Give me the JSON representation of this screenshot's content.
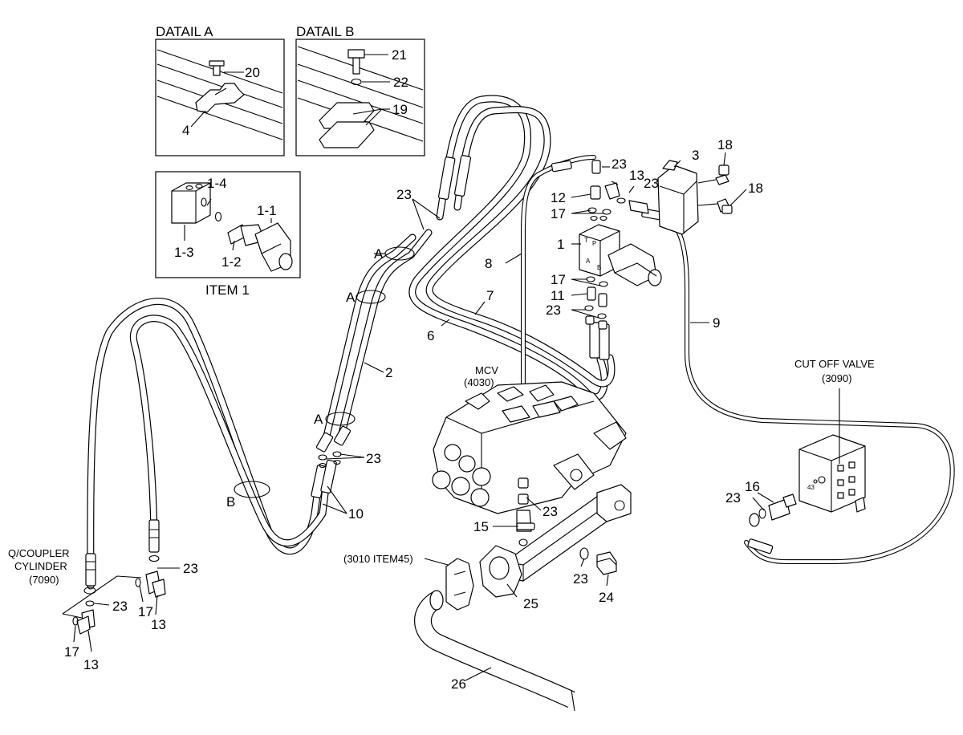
{
  "details": {
    "detail_a_title": "DATAIL A",
    "detail_b_title": "DATAIL B",
    "item1_title": "ITEM 1"
  },
  "components": {
    "mcv_name": "MCV",
    "mcv_ref": "(4030)",
    "cutoff_name": "CUT OFF VALVE",
    "cutoff_ref": "(3090)",
    "coupler_line1": "Q/COUPLER",
    "coupler_line2": "CYLINDER",
    "coupler_ref": "(7090)",
    "ref_3010": "(3010 ITEM45)",
    "cutoff_port": "43"
  },
  "section_marks": {
    "a1": "A",
    "a2": "A",
    "a3": "A",
    "b": "B"
  },
  "callouts": {
    "c20": "20",
    "c4": "4",
    "c21": "21",
    "c22": "22",
    "c19": "19",
    "c1_4": "1-4",
    "c1_1": "1-1",
    "c1_3": "1-3",
    "c1_2": "1-2",
    "c23_top": "23",
    "c23_a": "23",
    "c13_a": "13",
    "c23_b": "23",
    "c12": "12",
    "c17_a": "17",
    "c1": "1",
    "c17_b": "17",
    "c11": "11",
    "c23_c": "23",
    "c8": "8",
    "c7": "7",
    "c6": "6",
    "c3": "3",
    "c18_a": "18",
    "c18_b": "18",
    "c9": "9",
    "c2": "2",
    "c23_d": "23",
    "c10": "10",
    "c23_e": "23",
    "c15": "15",
    "c23_f": "23",
    "c24": "24",
    "c25": "25",
    "c26": "26",
    "c23_g": "23",
    "c16": "16",
    "c23_h": "23",
    "c23_i": "23",
    "c17_c": "17",
    "c13_b": "13",
    "c17_d": "17",
    "c13_c": "13"
  },
  "valve_ports": {
    "t": "T",
    "p": "P",
    "a": "A",
    "b": "B"
  }
}
